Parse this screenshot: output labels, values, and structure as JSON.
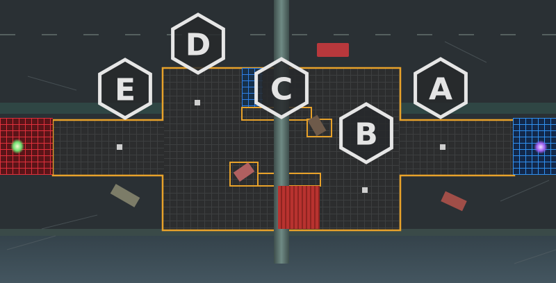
{
  "zone_markers": [
    {
      "id": "A",
      "label": "A"
    },
    {
      "id": "B",
      "label": "B"
    },
    {
      "id": "C",
      "label": "C"
    },
    {
      "id": "D",
      "label": "D"
    },
    {
      "id": "E",
      "label": "E"
    }
  ],
  "teams": {
    "left_base_color": "#d8283a",
    "right_base_color": "#2f7fe6"
  },
  "colors": {
    "arena_border": "#e8a22a",
    "background": "#2a3034",
    "water": "#3b4a53"
  }
}
